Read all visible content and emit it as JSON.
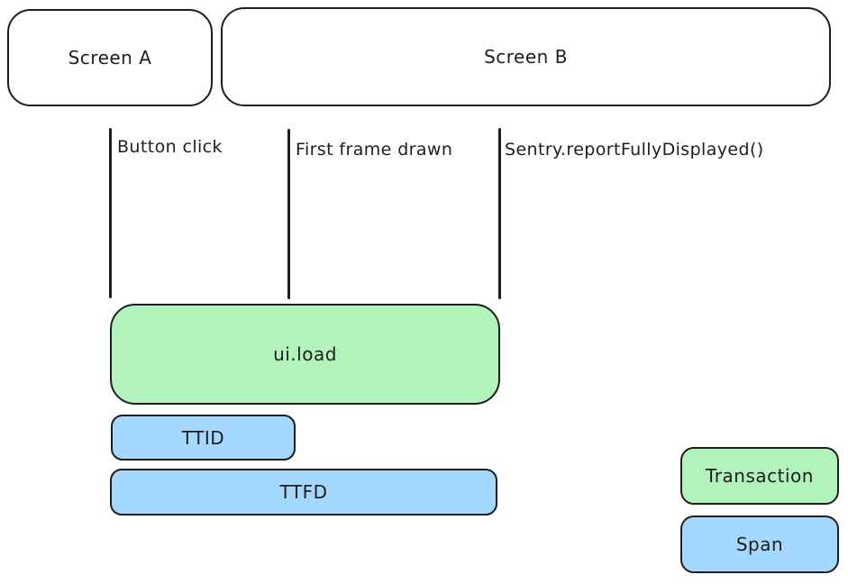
{
  "screens": [
    {
      "label": "Screen A"
    },
    {
      "label": "Screen B"
    }
  ],
  "events": [
    {
      "label": "Button click"
    },
    {
      "label": "First frame drawn"
    },
    {
      "label": "Sentry.reportFullyDisplayed()"
    }
  ],
  "bars": [
    {
      "label": "ui.load",
      "type": "transaction"
    },
    {
      "label": "TTID",
      "type": "span"
    },
    {
      "label": "TTFD",
      "type": "span"
    }
  ],
  "legend": [
    {
      "label": "Transaction",
      "type": "transaction"
    },
    {
      "label": "Span",
      "type": "span"
    }
  ],
  "colors": {
    "stroke": "#1e1e1e",
    "transaction_fill": "#b2f2bb",
    "span_fill": "#a5d8ff",
    "background": "#ffffff"
  }
}
